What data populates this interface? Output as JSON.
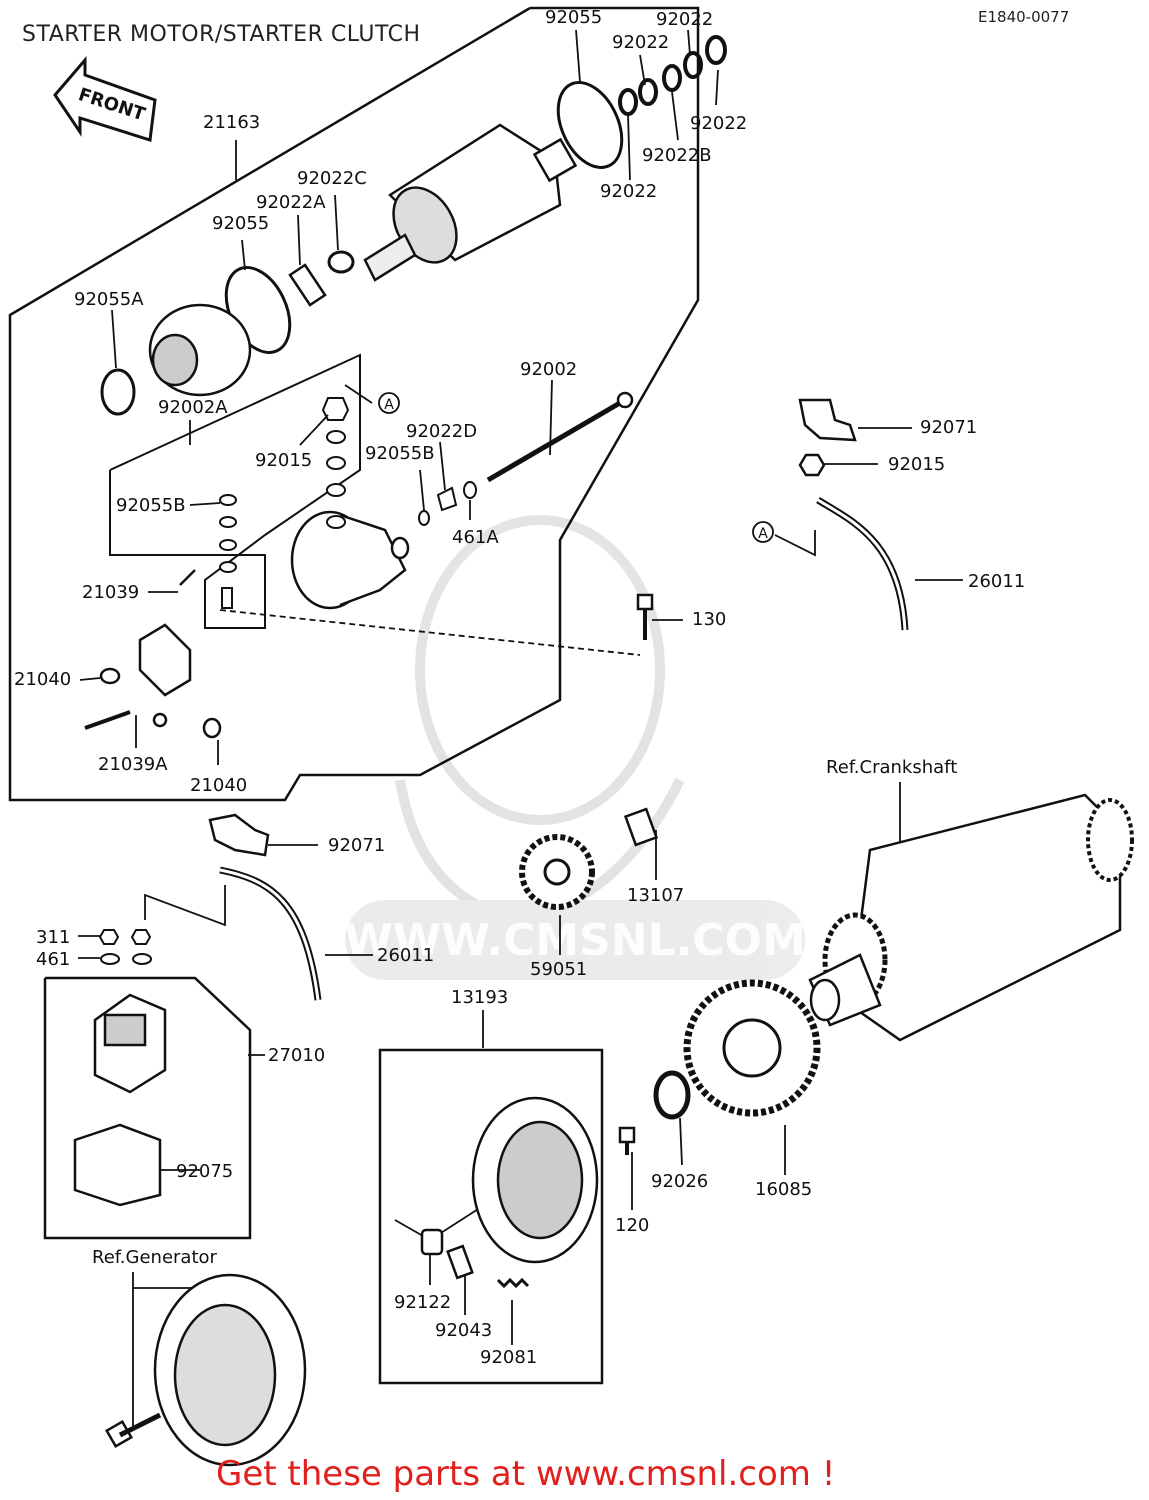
{
  "header": {
    "title": "STARTER MOTOR/STARTER CLUTCH",
    "diagram_code": "E1840-0077"
  },
  "front_arrow_label": "FRONT",
  "watermark": "WWW.CMSNL.COM",
  "promo_text": "Get these parts at www.cmsnl.com !",
  "callouts": {
    "p92055_top": "92055",
    "p92022_a": "92022",
    "p92022_b": "92022",
    "p92022_c": "92022",
    "p92022B": "92022B",
    "p92022_d": "92022",
    "p21163": "21163",
    "p92022C": "92022C",
    "p92022A": "92022A",
    "p92055_mid": "92055",
    "p92055A": "92055A",
    "p92002A": "92002A",
    "circleA_1": "A",
    "p92002": "92002",
    "p92022D": "92022D",
    "p92015_mid": "92015",
    "p92055B_mid": "92055B",
    "p461A": "461A",
    "p92055B_left": "92055B",
    "p21039": "21039",
    "p130": "130",
    "p21040_left": "21040",
    "p21039A": "21039A",
    "p21040_bottom": "21040",
    "p92071_right": "92071",
    "p92015_right": "92015",
    "circleA_2": "A",
    "p26011_right": "26011",
    "ref_crankshaft": "Ref.Crankshaft",
    "p92071_left": "92071",
    "p13107": "13107",
    "p311": "311",
    "p461": "461",
    "p26011_left": "26011",
    "p59051": "59051",
    "p13193": "13193",
    "p27010": "27010",
    "p92075": "92075",
    "p92026": "92026",
    "p16085": "16085",
    "p120": "120",
    "ref_generator": "Ref.Generator",
    "p92122": "92122",
    "p92043": "92043",
    "p92081": "92081"
  }
}
